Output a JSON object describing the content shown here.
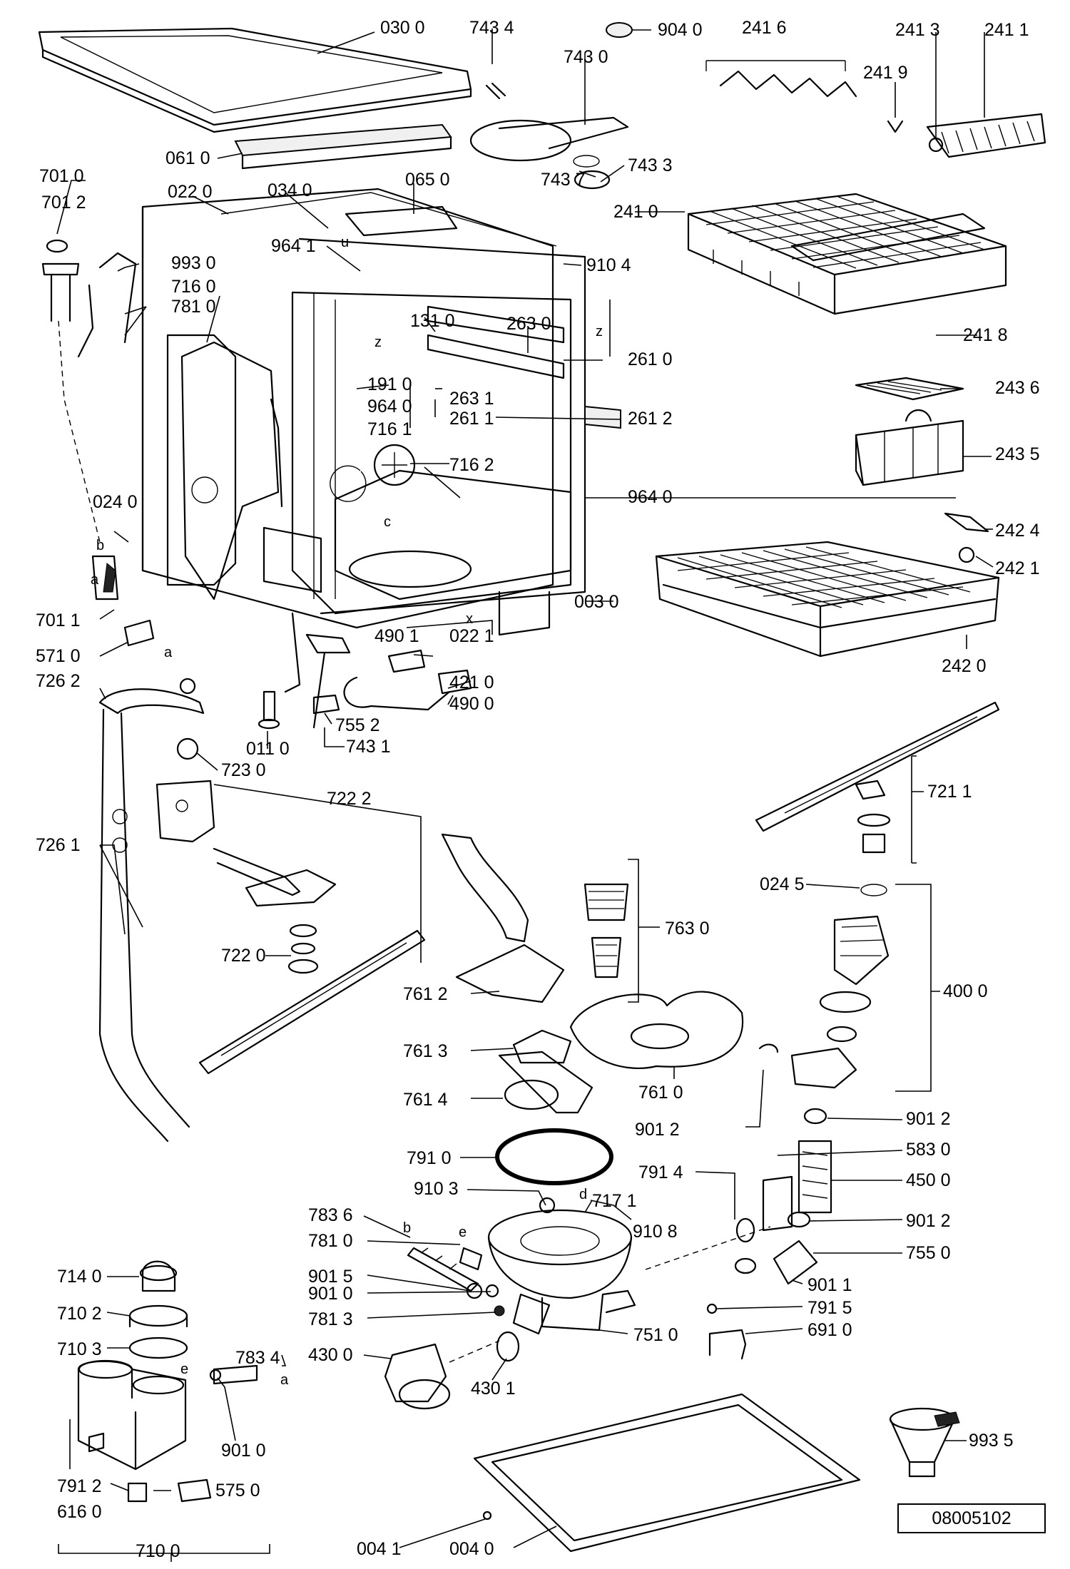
{
  "document_number": "08005102",
  "callouts": {
    "p0300": "030 0",
    "p7434": "743 4",
    "p9040": "904 0",
    "p2416": "241 6",
    "p2413": "241 3",
    "p2411": "241 1",
    "p7430": "743 0",
    "p2419": "241 9",
    "p0610": "061 0",
    "p7437": "743 7",
    "p7433": "743 3",
    "p7010": "701 0",
    "p0220": "022 0",
    "p0340": "034 0",
    "p0650": "065 0",
    "p7012": "701 2",
    "p2410": "241 0",
    "p9641a": "964 1",
    "p9930": "993 0",
    "p9104": "910 4",
    "p7160": "716 0",
    "p7810a": "781 0",
    "p1310": "131 0",
    "p2630": "263 0",
    "p2418": "241 8",
    "p2610": "261 0",
    "p1910": "191 0",
    "p2436": "243 6",
    "p2631": "263 1",
    "p9640a": "964 0",
    "p2611": "261 1",
    "p2612": "261 2",
    "p7161": "716 1",
    "p2435": "243 5",
    "p7162": "716 2",
    "p0240": "024 0",
    "p9640b": "964 0",
    "p2424": "242 4",
    "p2421": "242 1",
    "p7011": "701 1",
    "p0030": "003 0",
    "p4901": "490 1",
    "p0221": "022 1",
    "p5710": "571 0",
    "p4210": "421 0",
    "p2420": "242 0",
    "p7262": "726 2",
    "p4900": "490 0",
    "p7552": "755 2",
    "p0110": "011 0",
    "p7431": "743 1",
    "p7230": "723 0",
    "p7211": "721 1",
    "p7222": "722 2",
    "p7261": "726 1",
    "p7630": "763 0",
    "p0245": "024 5",
    "p7220": "722 0",
    "p4000": "400 0",
    "p7612": "761 2",
    "p7613": "761 3",
    "p7614": "761 4",
    "p7610": "761 0",
    "p9012a": "901 2",
    "p9012b": "901 2",
    "p5830": "583 0",
    "p7910": "791 0",
    "p7914": "791 4",
    "p4500": "450 0",
    "p9103": "910 3",
    "p7171": "717 1",
    "p7836": "783 6",
    "p9108": "910 8",
    "p9012c": "901 2",
    "p7810b": "781 0",
    "p7550": "755 0",
    "p7140": "714 0",
    "p9015": "901 5",
    "p9011": "901 1",
    "p9010a": "901 0",
    "p7915": "791 5",
    "p7102": "710 2",
    "p7813": "781 3",
    "p7510": "751 0",
    "p6910": "691 0",
    "p7103": "710 3",
    "p4300": "430 0",
    "p7834": "783 4",
    "p4301": "430 1",
    "p9010b": "901 0",
    "p9935": "993 5",
    "p7912": "791 2",
    "p5750": "575 0",
    "p6160": "616 0",
    "p0041": "004 1",
    "p0040": "004 0",
    "p7100": "710 0"
  },
  "letter_marks": {
    "u": "u",
    "z1": "z",
    "z2": "z",
    "c": "c",
    "b1": "b",
    "a1": "a",
    "a2": "a",
    "x": "x",
    "d": "d",
    "e1": "e",
    "b2": "b",
    "e2": "e",
    "a3": "a"
  }
}
